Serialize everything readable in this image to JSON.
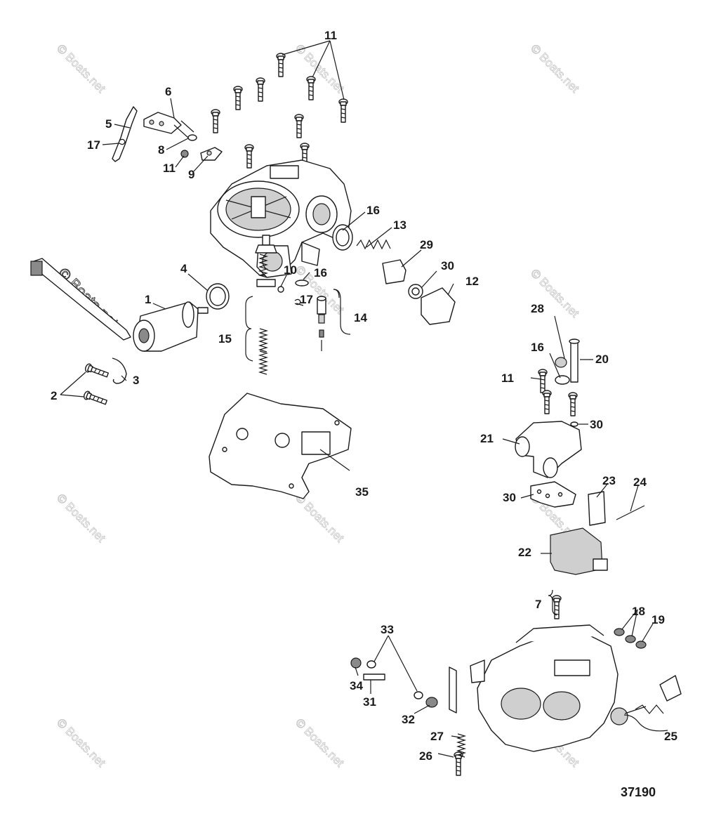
{
  "diagram_id": "37190",
  "watermark": "© Boats.net",
  "callouts": {
    "c1": "1",
    "c2": "2",
    "c3": "3",
    "c4": "4",
    "c5": "5",
    "c6": "6",
    "c7": "7",
    "c8": "8",
    "c9": "9",
    "c10": "10",
    "c11a": "11",
    "c11b": "11",
    "c11c": "11",
    "c12": "12",
    "c13": "13",
    "c14": "14",
    "c15": "15",
    "c16a": "16",
    "c16b": "16",
    "c16c": "16",
    "c17a": "17",
    "c17b": "17",
    "c18": "18",
    "c19": "19",
    "c20": "20",
    "c21": "21",
    "c22": "22",
    "c23": "23",
    "c24": "24",
    "c25": "25",
    "c26": "26",
    "c27": "27",
    "c28": "28",
    "c29": "29",
    "c30a": "30",
    "c30b": "30",
    "c30c": "30",
    "c31": "31",
    "c32": "32",
    "c33": "33",
    "c34": "34",
    "c35": "35"
  }
}
